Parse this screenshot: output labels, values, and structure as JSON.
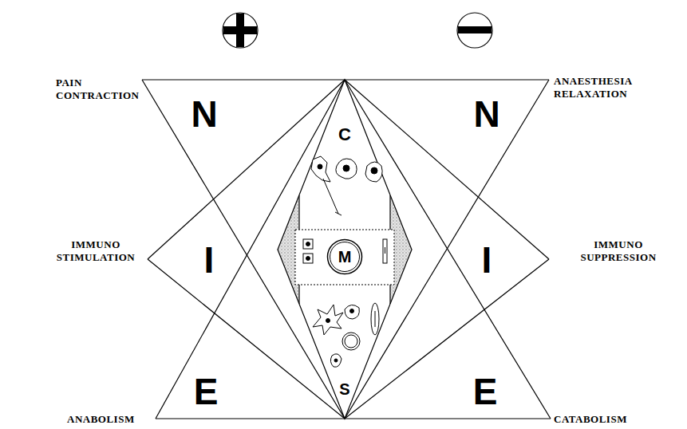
{
  "diagram": {
    "nodes": [
      {
        "text": [
          "M"
        ]
      }
    ],
    "labels": [
      "PAIN CONTRACTION",
      "N",
      "C",
      "N",
      "ANAESTHESIA RELAXATION",
      "IMMUNO STIMULATION",
      "I",
      "I",
      "IMMUNO SUPPRESSION",
      "S",
      "E",
      "E",
      "ANABOLISM",
      "CATABOLISM"
    ]
  }
}
